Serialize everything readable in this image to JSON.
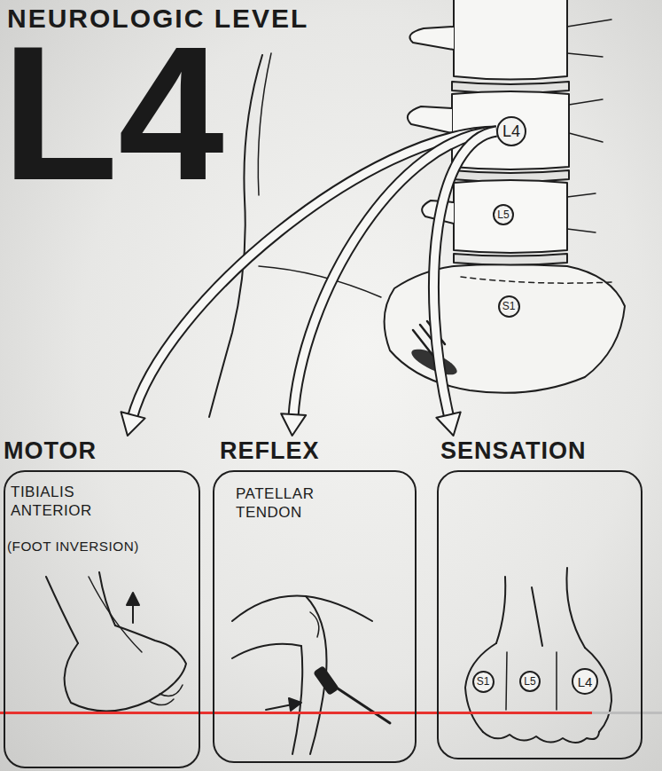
{
  "diagram": {
    "title": "NEUROLOGIC LEVEL",
    "nodes": [
      {
        "text": [
          "L4"
        ]
      },
      {
        "text": [
          "L5"
        ]
      },
      {
        "text": [
          "S1"
        ]
      },
      {
        "text": [
          "MOTOR",
          "TIBIALIS ANTERIOR",
          "(FOOT INVERSION)"
        ]
      },
      {
        "text": [
          "REFLEX",
          "PATELLAR TENDON"
        ]
      },
      {
        "text": [
          "SENSATION"
        ]
      },
      {
        "text": [
          "S1"
        ],
        "in": 5
      },
      {
        "text": [
          "L5"
        ],
        "in": 5
      },
      {
        "text": [
          "L4"
        ],
        "in": 5
      }
    ],
    "edges": [
      {
        "from": 0,
        "to": 3,
        "arrow": "to"
      },
      {
        "from": 0,
        "to": 4,
        "arrow": "to"
      },
      {
        "from": 0,
        "to": 5,
        "arrow": "to"
      }
    ],
    "labels": [
      "L4"
    ]
  }
}
